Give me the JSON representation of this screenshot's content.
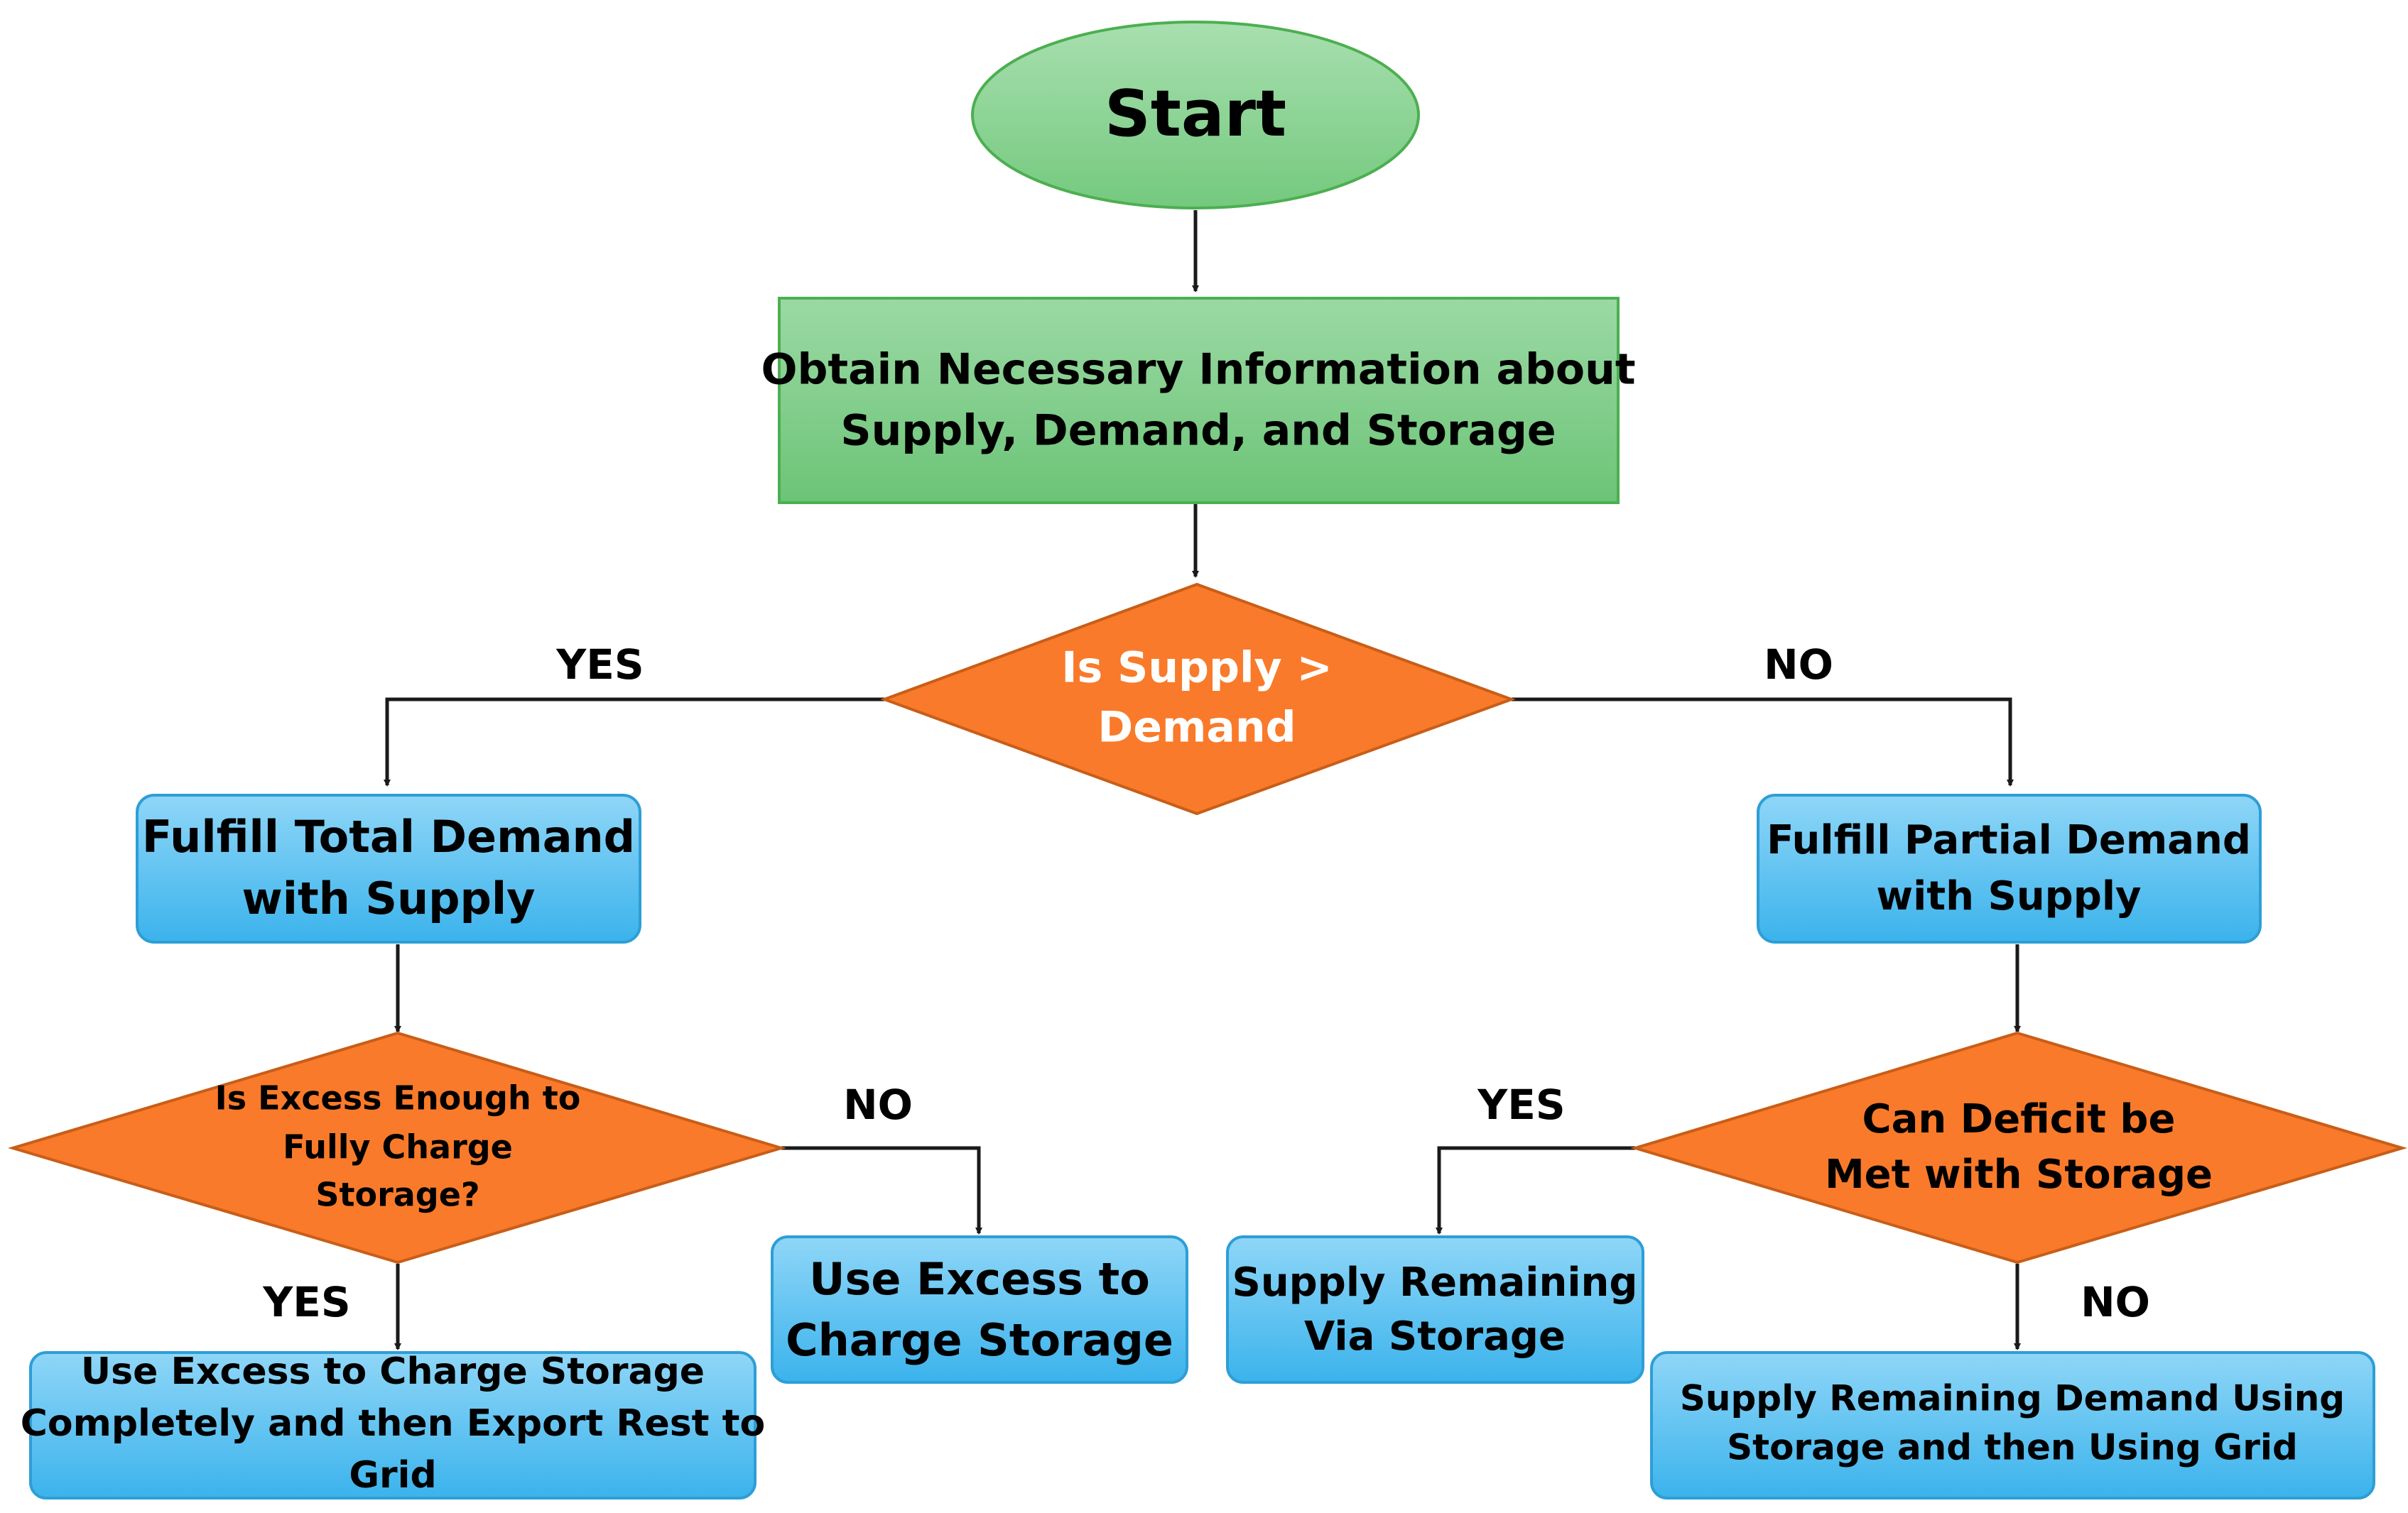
{
  "colors": {
    "start_fill": "#95D5A0",
    "process_green": "#7ECB85",
    "decision": "#F97A2A",
    "box_blue": "#5BC3F0",
    "text_dark": "#000000",
    "text_light": "#FFFFFF"
  },
  "nodes": {
    "start": "Start",
    "obtain_info": [
      "Obtain Necessary Information about",
      "Supply, Demand, and Storage"
    ],
    "supply_gt_demand": [
      "Is Supply >",
      "Demand"
    ],
    "fulfill_total": [
      "Fulfill Total Demand",
      "with Supply"
    ],
    "fulfill_partial": [
      "Fulfill Partial Demand",
      "with Supply"
    ],
    "excess_enough": [
      "Is Excess Enough to",
      "Fully Charge",
      "Storage?"
    ],
    "deficit_storage": [
      "Can Deficit be",
      "Met with Storage"
    ],
    "use_excess_charge": [
      "Use Excess to",
      "Charge Storage"
    ],
    "charge_then_export": [
      "Use Excess to Charge Storage",
      "Completely and then Export Rest to",
      "Grid"
    ],
    "supply_via_storage": [
      "Supply Remaining",
      "Via Storage"
    ],
    "storage_then_grid": [
      "Supply Remaining Demand Using",
      "Storage and then Using Grid"
    ]
  },
  "edge_labels": {
    "top_yes": "YES",
    "top_no": "NO",
    "left_no": "NO",
    "left_yes": "YES",
    "right_yes": "YES",
    "right_no": "NO"
  }
}
